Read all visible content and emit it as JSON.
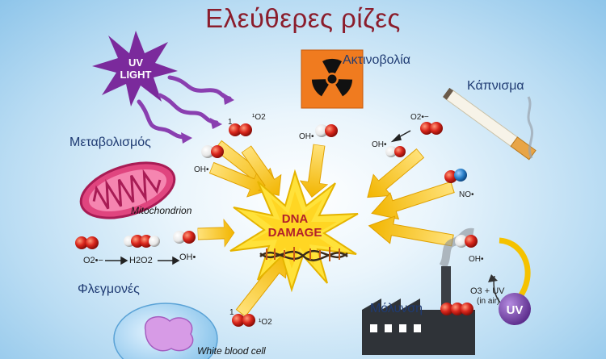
{
  "title": "Ελεύθερες ρίζες",
  "center": {
    "line1": "DNA",
    "line2": "DAMAGE"
  },
  "sources": {
    "uv_light": {
      "line1": "UV",
      "line2": "LIGHT"
    },
    "radiation": "Ακτινοβολία",
    "smoking": "Κάπνισμα",
    "metabolism": "Μεταβολισμός",
    "mitochondrion": "Mitochondrion",
    "inflammation": "Φλεγμονές",
    "white_blood_cell": "White blood cell",
    "pollution": "Μόλυνση",
    "uv_badge": "UV"
  },
  "species": {
    "singlet_oxygen_top": {
      "prefix": "1",
      "label": "¹O2"
    },
    "hydroxyl_top": "OH•",
    "hydroxyl_left": "OH•",
    "superoxide_right": "O2•−",
    "hydroxyl_right": "OH•",
    "nitric_oxide": "NO•",
    "hydroxyl_far_right": "OH•",
    "singlet_oxygen_bottom": {
      "prefix": "1",
      "label": "¹O2"
    }
  },
  "reactions": {
    "inflammation_chain": {
      "a": "O2•−",
      "b": "H2O2",
      "c": "OH•"
    },
    "ozone": {
      "text": "O3 + UV",
      "sub": "(in air)"
    }
  },
  "colors": {
    "title": "#8b1d2c",
    "arrow": "#f5c200",
    "uv_star": "#7b2a9c",
    "oxygen_red": "#d9261c",
    "hydrogen_white": "#f0f0f0",
    "nitrogen_blue": "#2a7fc8",
    "radiation_bg": "#f07b1f",
    "mitochondrion": "#e0457f"
  }
}
